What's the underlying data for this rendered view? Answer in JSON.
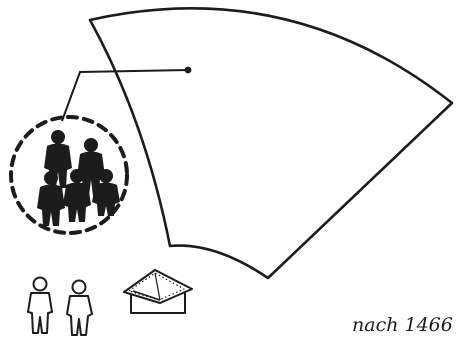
{
  "caption": "nach 1466",
  "colors": {
    "ink": "#1c1c1c",
    "background": "#ffffff"
  },
  "icons": {
    "territory": "fan-shaped-territory-outline",
    "group": "group-of-five-people-dashed-circle",
    "individuals": "two-people-outline",
    "house": "house-outline"
  }
}
